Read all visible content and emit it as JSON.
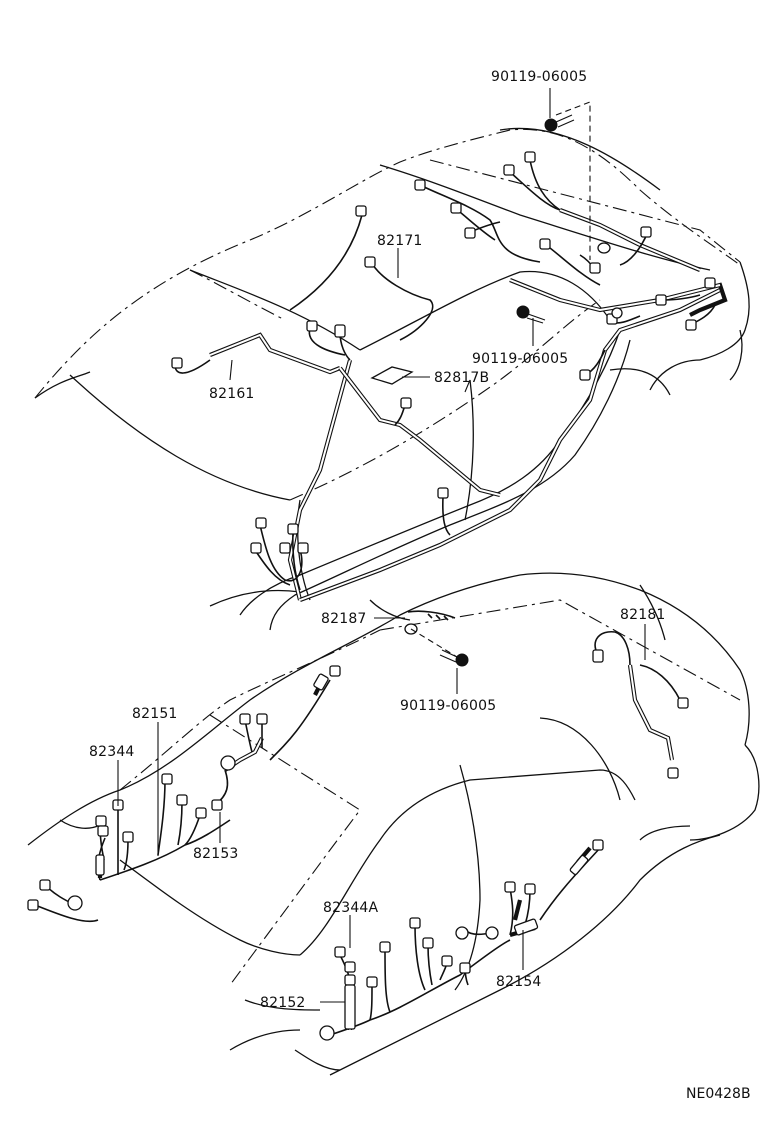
{
  "labels": {
    "bolt_top": "90119-06005",
    "harness_roof": "82171",
    "bolt_mid": "90119-06005",
    "harness_front": "82161",
    "pad": "82817B",
    "clamp": "82187",
    "harness_rear": "82181",
    "bolt_lower": "90119-06005",
    "harness_dash": "82151",
    "wire_left": "82344",
    "harness_cowl": "82153",
    "wire_door": "82344A",
    "harness_floor": "82152",
    "harness_side": "82154"
  },
  "drawing_code": "NE0428B"
}
